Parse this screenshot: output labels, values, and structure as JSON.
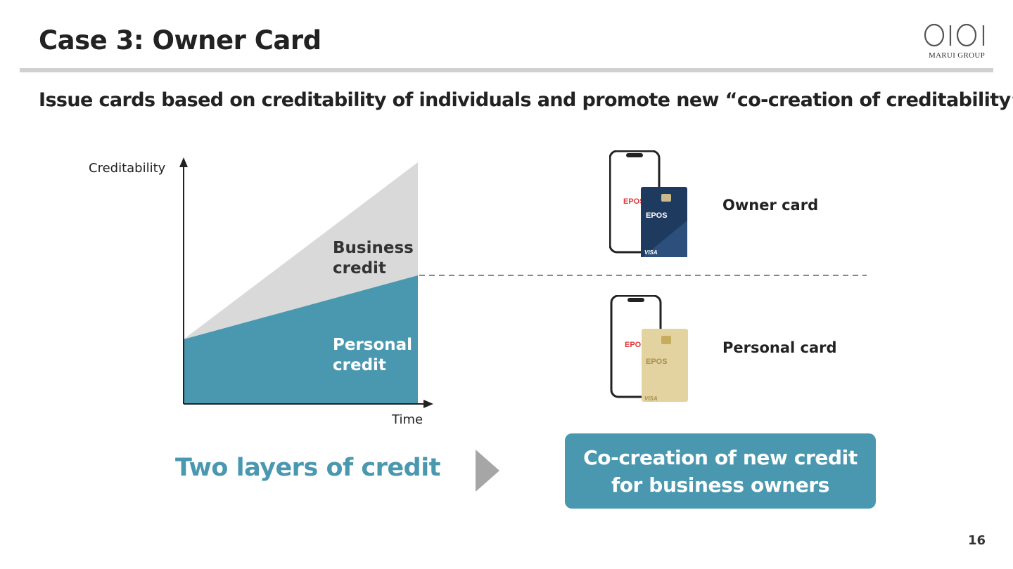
{
  "header": {
    "title": "Case 3: Owner Card",
    "logo_text": "MARUI GROUP"
  },
  "subtitle": "Issue cards based on creditability of individuals and promote new “co-creation of creditability”",
  "diagram": {
    "y_axis_label": "Creditability",
    "x_axis_label": "Time",
    "business_credit": [
      "Business",
      "credit"
    ],
    "personal_credit": [
      "Personal",
      "credit"
    ],
    "colors": {
      "business_area": "#d9d9d9",
      "personal_area": "#4a98b0",
      "axis": "#222222",
      "dashed": "#888888"
    }
  },
  "cards": [
    {
      "label": "Owner card",
      "phone_brand": "EPOS",
      "card_brand": "EPOS",
      "card_network": "VISA",
      "card_color": "#1f3a5f"
    },
    {
      "label": "Personal card",
      "phone_brand": "EPOS",
      "card_brand": "EPOS",
      "card_network": "VISA",
      "card_color": "#e2d3a0"
    }
  ],
  "footer": {
    "left_text": "Two layers of credit",
    "right_box": [
      "Co-creation of new credit",
      "for business owners"
    ],
    "page_number": "16"
  }
}
